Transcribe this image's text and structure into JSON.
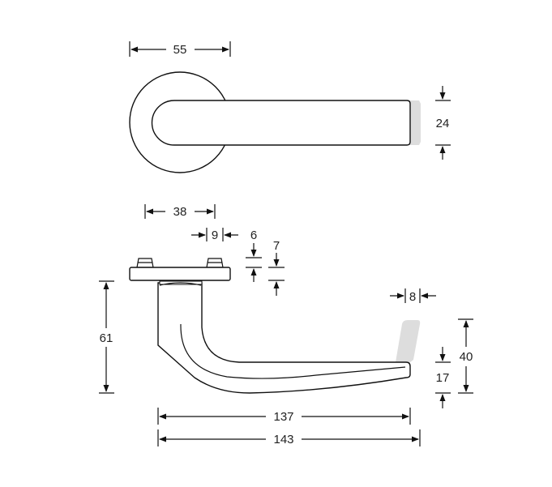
{
  "colors": {
    "line": "#111111",
    "text": "#222222",
    "shadow": "#dddddd",
    "background": "#ffffff"
  },
  "dimensions": {
    "rose_width": "55",
    "lever_height_top": "24",
    "rose_base": "38",
    "spindle": "9",
    "plate_thickness": "6",
    "rose_thickness": "7",
    "lever_drop": "61",
    "tip_thickness": "8",
    "tip_height": "40",
    "grip_height": "17",
    "lever_length": "137",
    "overall_length": "143"
  }
}
